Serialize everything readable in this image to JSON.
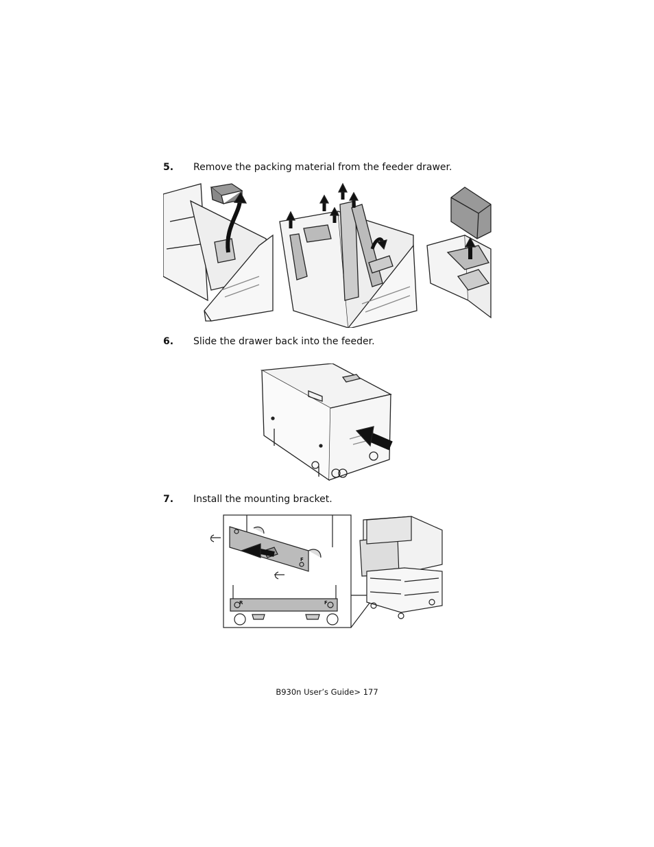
{
  "steps": [
    {
      "number": "5.",
      "text": "Remove the packing material from the feeder drawer."
    },
    {
      "number": "6.",
      "text": "Slide the drawer back into the feeder."
    },
    {
      "number": "7.",
      "text": "Install the mounting bracket."
    }
  ],
  "footer": {
    "text": "B930n User’s Guide>",
    "page": "177"
  },
  "figures": {
    "bracket_labels": {
      "front": "F",
      "rear": "R"
    }
  }
}
